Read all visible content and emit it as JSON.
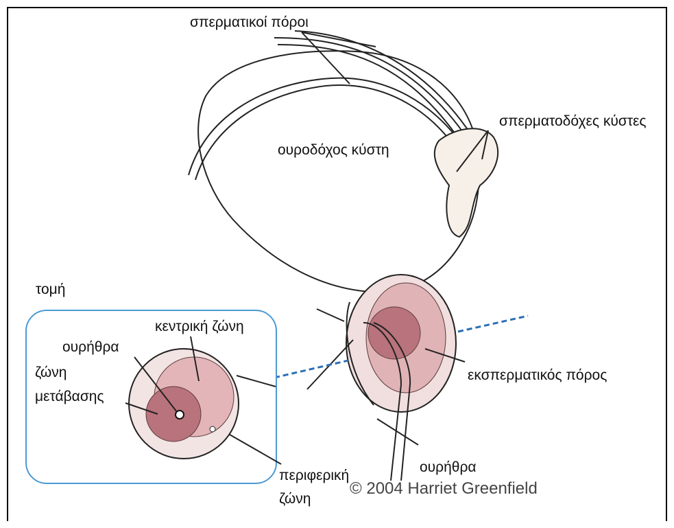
{
  "labels": {
    "seminal_ducts": "σπερματικοί πόροι",
    "seminal_vesicles": "σπερματοδόχες κύστες",
    "bladder": "ουροδόχος κύστη",
    "section": "τομή",
    "central_zone": "κεντρική ζώνη",
    "urethra_section": "ουρήθρα",
    "transition_zone_line1": "ζώνη",
    "transition_zone_line2": "μετάβασης",
    "ejaculatory_duct": "εκσπερματικός πόρος",
    "urethra": "ουρήθρα",
    "peripheral_zone_line1": "περιφερική",
    "peripheral_zone_line2": "ζώνη"
  },
  "copyright": "© 2004 Harriet Greenfield",
  "colors": {
    "outline": "#222222",
    "tissue_light": "#f3e4e4",
    "tissue_mid": "#d6a2a6",
    "tissue_dark": "#b9737c",
    "inset_border": "#4a9ad4",
    "dashed_line": "#2a6fb5"
  }
}
